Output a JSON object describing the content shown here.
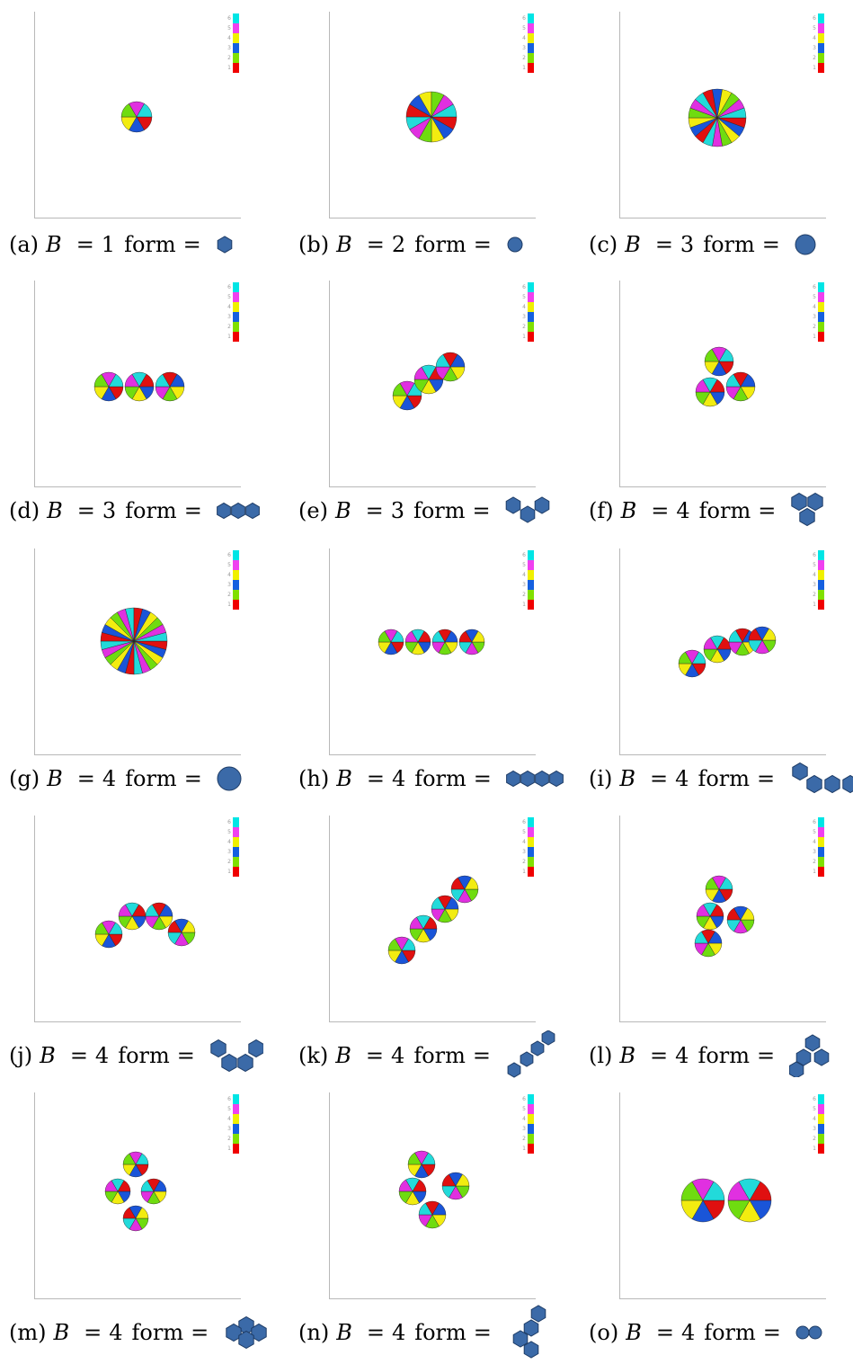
{
  "legend": {
    "levels": [
      "6",
      "5",
      "4",
      "3",
      "2",
      "1"
    ],
    "colors": [
      "#00e5e5",
      "#f040f0",
      "#f0f000",
      "#1560e0",
      "#80e000",
      "#f00000"
    ]
  },
  "stripe_colors": [
    "#e01010",
    "#1a55d8",
    "#f2ec10",
    "#6fdc10",
    "#e030e0",
    "#22dada"
  ],
  "hex_color": "#3b6aa8",
  "panels": [
    {
      "label": "(a)",
      "b_var": "B",
      "b_value": "1",
      "form_word": "form",
      "icon": "hexagon-single-icon"
    },
    {
      "label": "(b)",
      "b_var": "B",
      "b_value": "2",
      "form_word": "form",
      "icon": "circle-small-icon"
    },
    {
      "label": "(c)",
      "b_var": "B",
      "b_value": "3",
      "form_word": "form",
      "icon": "circle-medium-icon"
    },
    {
      "label": "(d)",
      "b_var": "B",
      "b_value": "3",
      "form_word": "form",
      "icon": "hexagon-chain-3-icon"
    },
    {
      "label": "(e)",
      "b_var": "B",
      "b_value": "3",
      "form_word": "form",
      "icon": "hexagon-bent-3-icon"
    },
    {
      "label": "(f)",
      "b_var": "B",
      "b_value": "4",
      "form_word": "form",
      "icon": "hexagon-triangle-3-icon"
    },
    {
      "label": "(g)",
      "b_var": "B",
      "b_value": "4",
      "form_word": "form",
      "icon": "circle-large-icon"
    },
    {
      "label": "(h)",
      "b_var": "B",
      "b_value": "4",
      "form_word": "form",
      "icon": "hexagon-chain-4-icon"
    },
    {
      "label": "(i)",
      "b_var": "B",
      "b_value": "4",
      "form_word": "form",
      "icon": "hexagon-hook-4-icon"
    },
    {
      "label": "(j)",
      "b_var": "B",
      "b_value": "4",
      "form_word": "form",
      "icon": "hexagon-zigzag-4-icon"
    },
    {
      "label": "(k)",
      "b_var": "B",
      "b_value": "4",
      "form_word": "form",
      "icon": "hexagon-diagonal-4-icon"
    },
    {
      "label": "(l)",
      "b_var": "B",
      "b_value": "4",
      "form_word": "form",
      "icon": "hexagon-pyramid-4-icon"
    },
    {
      "label": "(m)",
      "b_var": "B",
      "b_value": "4",
      "form_word": "form",
      "icon": "hexagon-rhombus-4-icon"
    },
    {
      "label": "(n)",
      "b_var": "B",
      "b_value": "4",
      "form_word": "form",
      "icon": "hexagon-y-4-icon"
    },
    {
      "label": "(o)",
      "b_var": "B",
      "b_value": "4",
      "form_word": "form",
      "icon": "circle-pair-icon"
    }
  ]
}
